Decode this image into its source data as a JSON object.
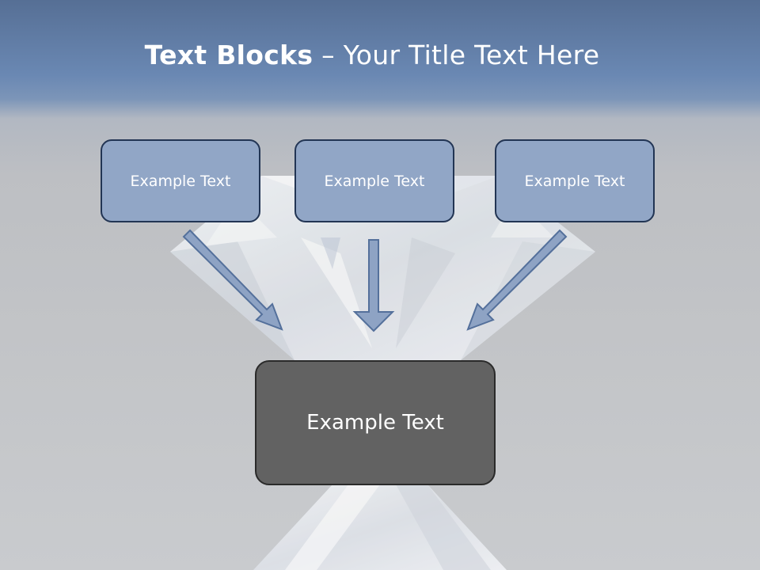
{
  "title": {
    "bold_part": "Text Blocks",
    "separator": " – ",
    "rest": "Your Title Text Here"
  },
  "boxes": {
    "top_left": "Example Text",
    "top_middle": "Example Text",
    "top_right": "Example Text",
    "bottom": "Example Text"
  },
  "colors": {
    "header": "#6a88b3",
    "box_fill": "#91a6c6",
    "box_border": "#223554",
    "bottom_box_fill": "#626262",
    "arrow_fill": "#8ea3c4"
  }
}
